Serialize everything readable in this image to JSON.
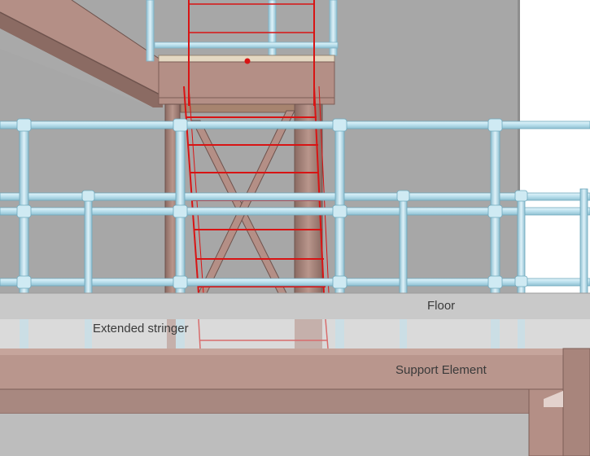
{
  "labels": {
    "floor": "Floor",
    "extended_stringer": "Extended stringer",
    "support_element": "Support Element"
  },
  "colors": {
    "wall": "#a7a7a7",
    "steel": "#b48f86",
    "steel_dark": "#7d5e57",
    "railing": "#bfe2ee",
    "railing_edge": "#6fa9bd",
    "ladder": "#d81414",
    "floor": "#c9c9c9",
    "support": "#b9968d",
    "background": "#ffffff"
  }
}
